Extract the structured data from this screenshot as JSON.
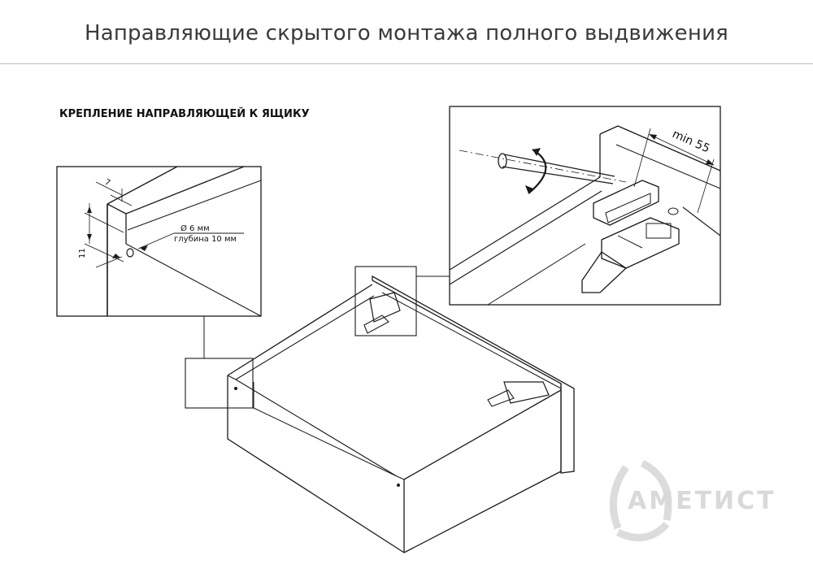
{
  "header": {
    "title": "Направляющие скрытого монтажа полного выдвижения"
  },
  "section": {
    "heading": "КРЕПЛЕНИЕ НАПРАВЛЯЮЩЕЙ К ЯЩИКУ"
  },
  "left_detail": {
    "dim_top": "7",
    "dim_side": "11",
    "hole_diameter": "Ø 6 мм",
    "hole_depth": "глубина 10 мм"
  },
  "right_detail": {
    "dim_min": "min 55"
  },
  "watermark": {
    "brand": "АМЕТИСТ"
  },
  "colors": {
    "line": "#1a1a1a",
    "title": "#3a3a3a",
    "rule": "#bdbdbd",
    "watermark": "#d9d9d9"
  }
}
